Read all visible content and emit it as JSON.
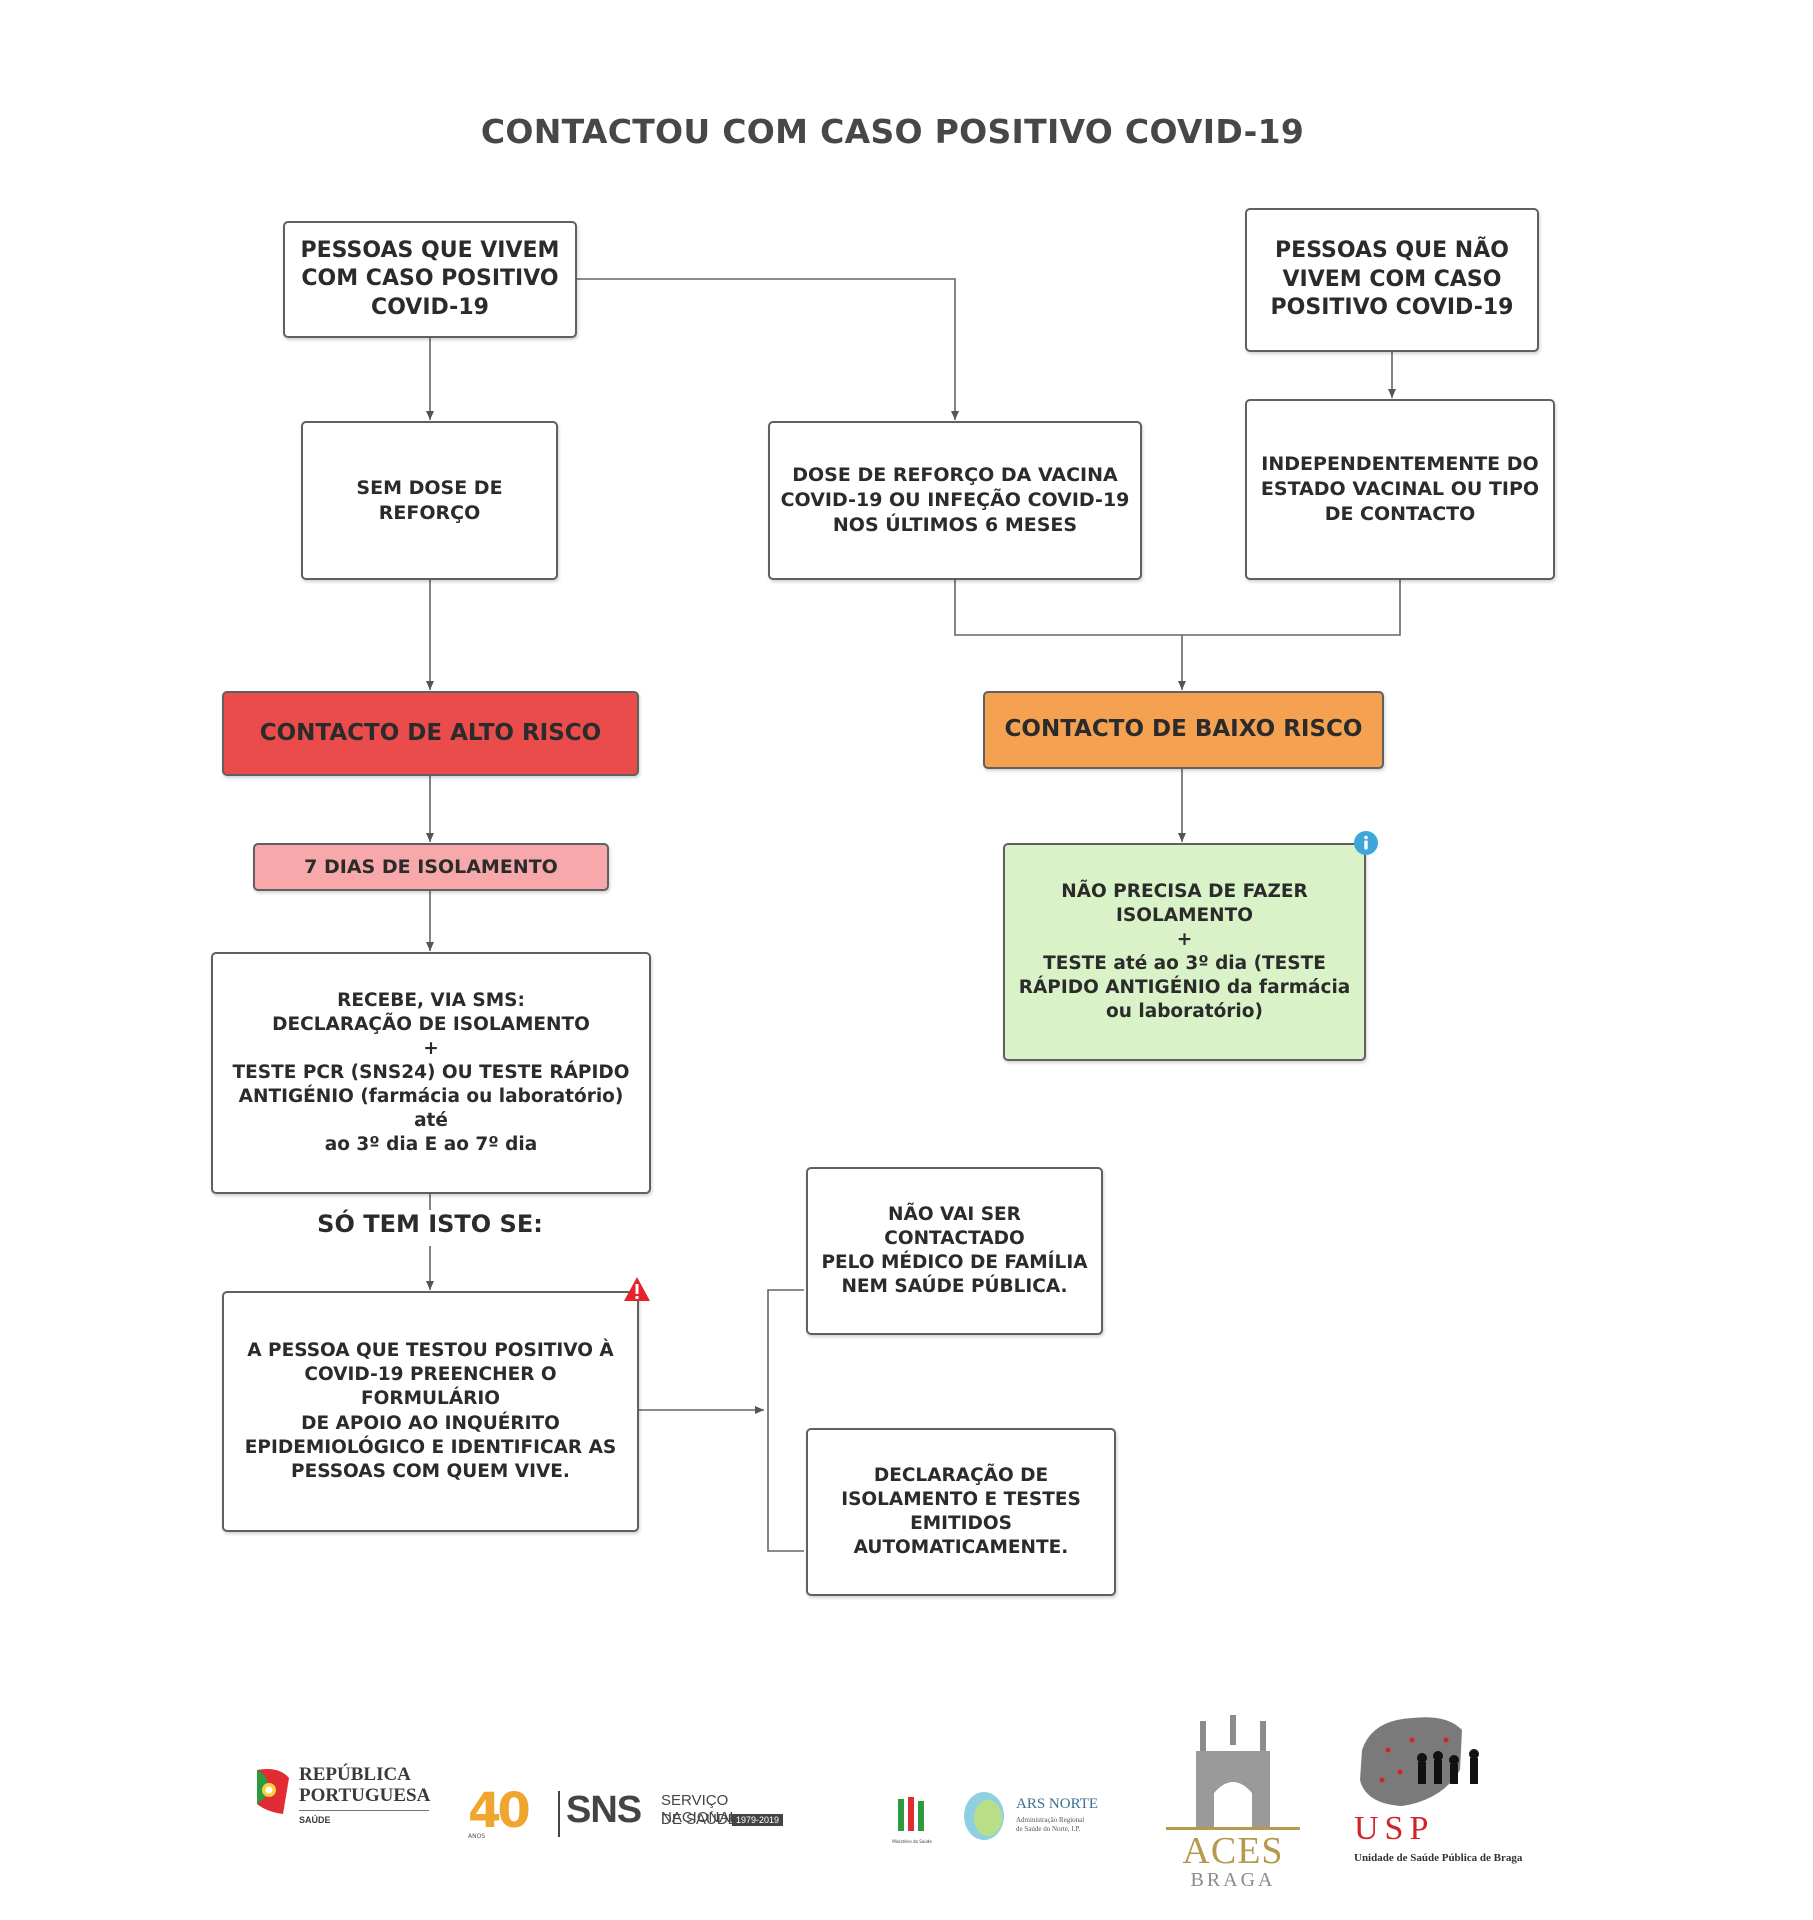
{
  "title": "CONTACTOU COM CASO POSITIVO COVID-19",
  "boxes": {
    "vivem": "PESSOAS QUE VIVEM\nCOM CASO POSITIVO\nCOVID-19",
    "nao_vivem": "PESSOAS QUE NÃO\nVIVEM COM CASO\nPOSITIVO COVID-19",
    "sem_dose": "SEM DOSE DE\nREFORÇO",
    "dose_reforco": "DOSE DE REFORÇO DA VACINA\nCOVID-19 OU INFEÇÃO COVID-19\nNOS ÚLTIMOS 6 MESES",
    "independentemente": "INDEPENDENTEMENTE DO\nESTADO VACINAL OU TIPO\nDE CONTACTO",
    "alto_risco": "CONTACTO DE ALTO RISCO",
    "baixo_risco": "CONTACTO DE BAIXO RISCO",
    "isolamento": "7 DIAS DE ISOLAMENTO",
    "recebe": "RECEBE, VIA SMS:\nDECLARAÇÃO DE ISOLAMENTO\n+\nTESTE PCR (SNS24) OU TESTE RÁPIDO\nANTIGÉNIO (farmácia ou laboratório) até\nao 3º dia E ao 7º dia",
    "nao_precisa": "NÃO PRECISA DE FAZER\nISOLAMENTO\n+\nTESTE até ao 3º dia (TESTE\nRÁPIDO ANTIGÉNIO da farmácia\nou laboratório)",
    "pessoa_testou": "A PESSOA QUE TESTOU POSITIVO À\nCOVID-19 PREENCHER O FORMULÁRIO\nDE APOIO AO INQUÉRITO\nEPIDEMIOLÓGICO E IDENTIFICAR AS\nPESSOAS COM QUEM VIVE.",
    "nao_contactado": "NÃO VAI SER CONTACTADO\nPELO MÉDICO DE FAMÍLIA\nNEM SAÚDE PÚBLICA.",
    "declaracao": "DECLARAÇÃO DE\nISOLAMENTO E TESTES\nEMITIDOS\nAUTOMATICAMENTE."
  },
  "so_tem_isto": "SÓ TEM ISTO SE:",
  "icons": {
    "info": "info-icon",
    "warning": "warning-icon"
  },
  "colors": {
    "high_risk": "#ea4b4b",
    "low_risk": "#f4a252",
    "isolation": "#f7a8aa",
    "no_isolation": "#d9f2c7",
    "info": "#3fa6dc",
    "warning": "#e5232c",
    "text": "#2b2b2b"
  },
  "logos": {
    "republica_line1": "REPÚBLICA",
    "republica_line2": "PORTUGUESA",
    "republica_sub": "SAÚDE",
    "anos_40": "40",
    "anos_label": "ANOS",
    "sns": "SNS",
    "sns_line1": "SERVIÇO NACIONAL",
    "sns_line2": "DE SAÚDE",
    "sns_years": "1979-2019",
    "ministerio": "Ministério da Saúde",
    "ars_title": "ARS NORTE",
    "ars_sub1": "Administração Regional",
    "ars_sub2": "de Saúde do Norte, I.P.",
    "aces": "ACES",
    "aces_sub": "BRAGA",
    "usp": "USP",
    "usp_sub": "Unidade de Saúde Pública de Braga"
  }
}
